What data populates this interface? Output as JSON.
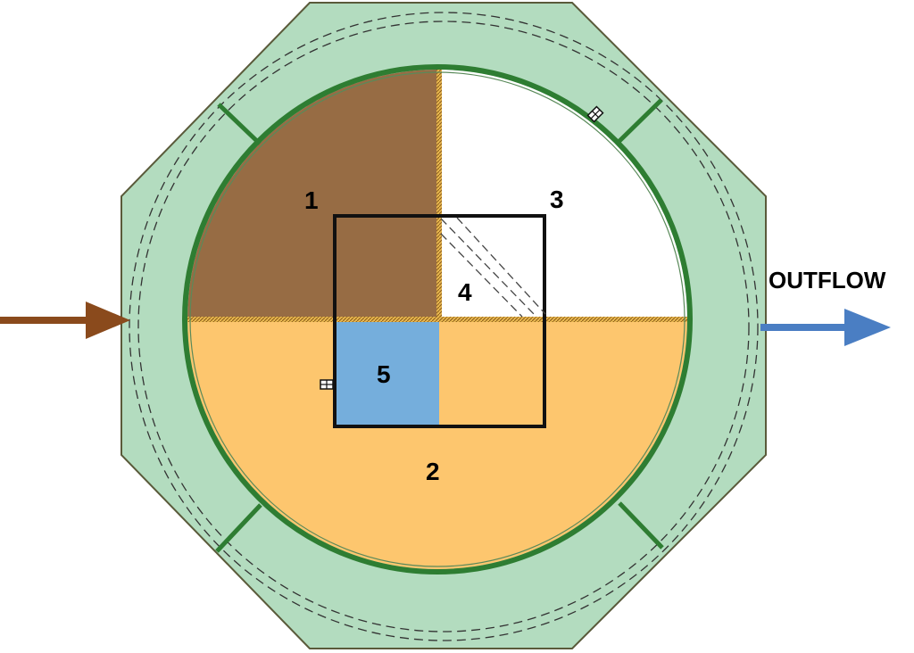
{
  "labels": {
    "zone1": "1",
    "zone2": "2",
    "zone3": "3",
    "zone4": "4",
    "zone5": "5",
    "outflow": "OUTFLOW"
  },
  "colors": {
    "outer_ring": "#b3dcbf",
    "ring_outline": "#2e7d32",
    "zone1_fill": "#976c44",
    "zone2_fill": "#fdc66e",
    "zone3_fill": "#ffffff",
    "zone5_fill": "#75aedc",
    "inflow_arrow": "#8a4a1c",
    "outflow_arrow": "#4a7ec3",
    "divider": "#e8b850"
  },
  "icons": [
    "inflow-arrow-icon",
    "outflow-arrow-icon",
    "monitor-device-icon"
  ]
}
